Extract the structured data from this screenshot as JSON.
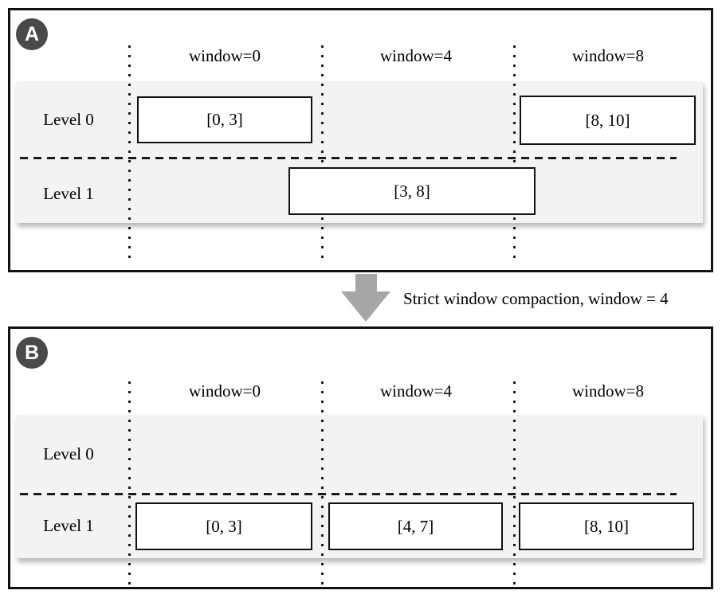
{
  "panel_a": {
    "badge": "A",
    "column_headers": [
      "window=0",
      "window=4",
      "window=8"
    ],
    "row_labels": [
      "Level 0",
      "Level 1"
    ],
    "level0_boxes": [
      "[0, 3]",
      "[8, 10]"
    ],
    "level1_boxes": [
      "[3, 8]"
    ]
  },
  "transition": {
    "arrow_icon": "down-arrow",
    "label": "Strict window compaction, window = 4"
  },
  "panel_b": {
    "badge": "B",
    "column_headers": [
      "window=0",
      "window=4",
      "window=8"
    ],
    "row_labels": [
      "Level 0",
      "Level 1"
    ],
    "level0_boxes": [],
    "level1_boxes": [
      "[0, 3]",
      "[4, 7]",
      "[8, 10]"
    ]
  },
  "colors": {
    "panel_border": "#111111",
    "row_background": "#f3f3f3",
    "badge_background": "#4a4a4a",
    "arrow": "#a6a6a6",
    "guide_lines": "#1a1a1a",
    "text": "#000000"
  }
}
